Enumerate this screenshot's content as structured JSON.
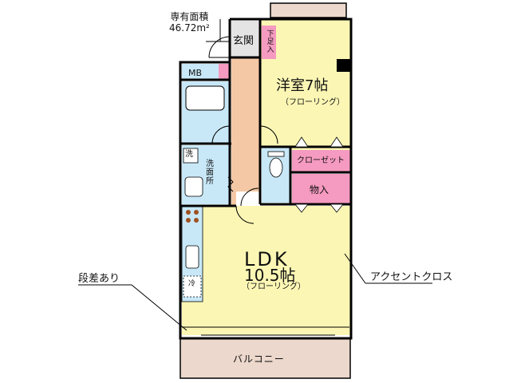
{
  "floorplan": {
    "area": {
      "label": "専有面積",
      "value": "46.72m²"
    },
    "rooms": {
      "genkan": "玄関",
      "shoebox": "下足入",
      "mb": "MB",
      "western_room": {
        "name": "洋室7帖",
        "floor": "（フローリング）"
      },
      "closet": "クローゼット",
      "storage": "物入",
      "laundry": "洗",
      "washroom": "洗面所",
      "ldk": {
        "name": "LDK",
        "size": "10.5帖",
        "floor": "（フローリング）"
      },
      "balcony": "バルコニー",
      "fridge": "冷"
    },
    "annotations": {
      "step": "段差あり",
      "accent_cloth": "アクセントクロス"
    },
    "colors": {
      "western_room": "#fbf6b4",
      "ldk": "#fbf6b4",
      "hallway": "#f4c8a4",
      "wet_areas": "#c8e8f8",
      "pink_accent": "#f59ac0",
      "balcony": "#ecd8cc",
      "walls": "#000000"
    }
  }
}
